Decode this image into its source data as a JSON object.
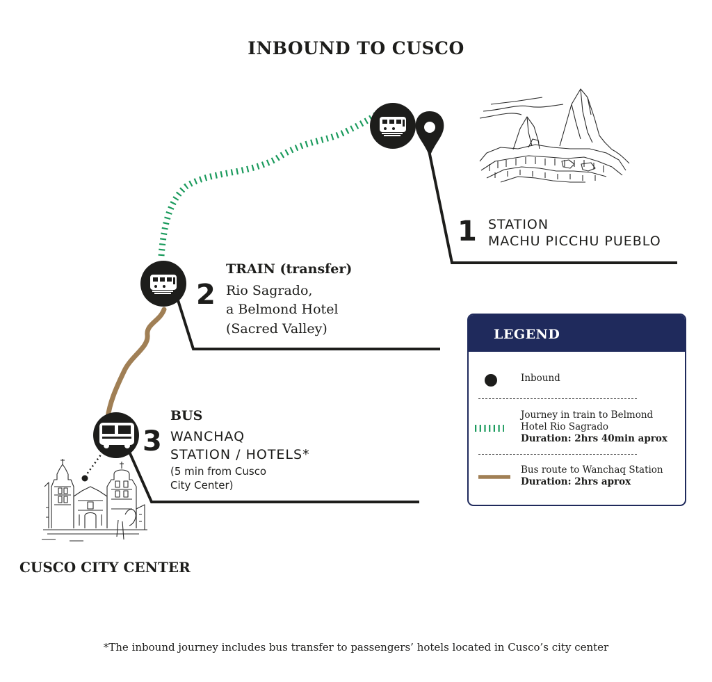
{
  "title": "INBOUND TO CUSCO",
  "stops": [
    {
      "number": "1",
      "lines": [
        "STATION",
        "MACHU PICCHU PUEBLO"
      ]
    },
    {
      "number": "2",
      "heading": "TRAIN (transfer)",
      "lines": [
        "Rio Sagrado,",
        "a Belmond Hotel",
        "(Sacred Valley)"
      ]
    },
    {
      "number": "3",
      "heading": "BUS",
      "lines": [
        "WANCHAQ",
        "STATION / HOTELS*"
      ],
      "note_lines": [
        "(5 min from Cusco",
        "City Center)"
      ]
    }
  ],
  "city_label": "CUSCO CITY CENTER",
  "legend": {
    "title": "LEGEND",
    "items": [
      {
        "icon": "black-dot-icon",
        "label": "Inbound"
      },
      {
        "icon": "green-dashed-line-icon",
        "label_lines": [
          "Journey in train to Belmond",
          "Hotel Rio Sagrado"
        ],
        "duration": "Duration: 2hrs 40min aprox",
        "color": "#1a9a5c"
      },
      {
        "icon": "brown-line-icon",
        "label_lines": [
          "Bus route to Wanchaq Station"
        ],
        "duration": "Duration: 2hrs aprox",
        "color": "#a07f55"
      }
    ]
  },
  "footnote": "*The inbound journey includes bus transfer to passengers’ hotels located in Cusco’s city center",
  "colors": {
    "train_route": "#1a9a5c",
    "bus_route": "#a07f55",
    "legend_header": "#1f2a5c",
    "ink": "#1d1d1b"
  },
  "icons": [
    "train-icon",
    "location-pin-icon",
    "bus-icon",
    "machu-picchu-illustration",
    "cusco-cathedral-illustration"
  ]
}
